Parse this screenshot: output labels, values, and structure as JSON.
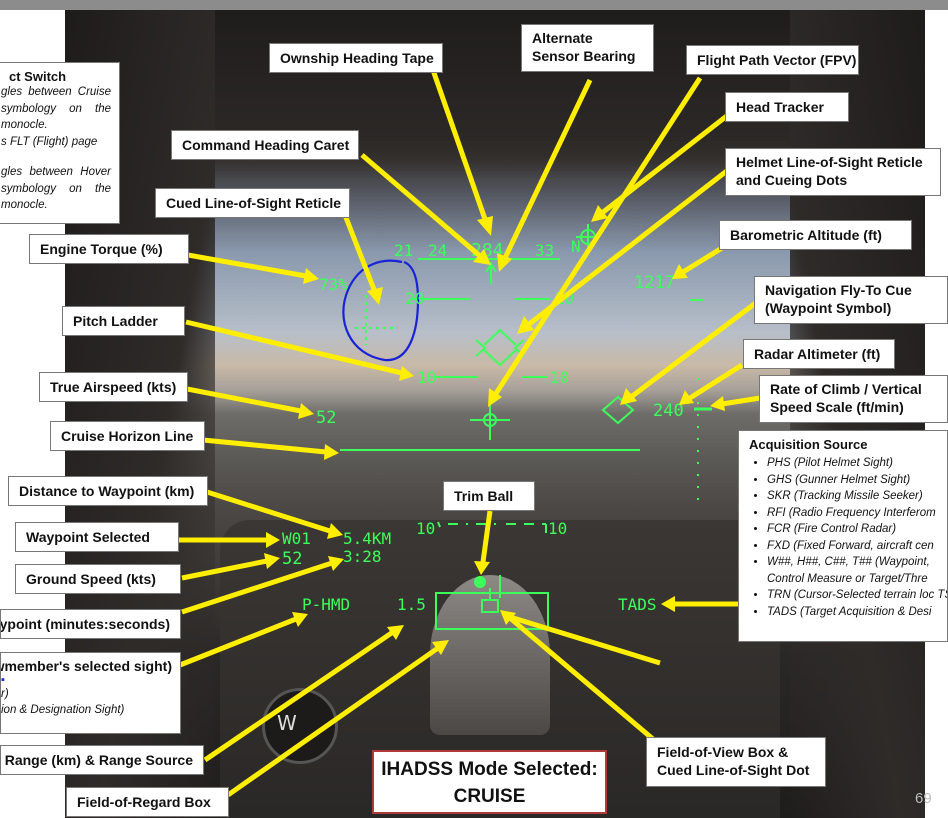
{
  "hud_readouts": {
    "heading_21": "21",
    "heading_24": "24",
    "heading_current": "284",
    "heading_33": "33",
    "heading_n": "N",
    "torque": "73%",
    "pitch_20_left": "20",
    "pitch_20_right": "20",
    "pitch_10_left": "10",
    "pitch_10_right": "10",
    "baro_altitude": "1217",
    "radar_altitude": "240",
    "airspeed": "52",
    "waypoint": "W01",
    "groundspeed": "52",
    "distance": "5.4KM",
    "time": "3:28",
    "pitch_neg10_left": "10",
    "pitch_neg10_right": "10",
    "sight": "P-HMD",
    "range": "1.5",
    "acq_source": "TADS"
  },
  "labels": {
    "ownship_heading_tape": "Ownship Heading Tape",
    "alternate_sensor_bearing": "Alternate Sensor Bearing",
    "flight_path_vector": "Flight Path Vector (FPV)",
    "head_tracker": "Head Tracker",
    "command_heading_caret": "Command Heading Caret",
    "helmet_los_reticle": "Helmet Line-of-Sight Reticle and Cueing Dots",
    "cued_los_reticle": "Cued Line-of-Sight Reticle",
    "barometric_altitude": "Barometric Altitude (ft)",
    "engine_torque": "Engine Torque (%)",
    "nav_fly_to_cue": "Navigation Fly-To Cue (Waypoint Symbol)",
    "pitch_ladder": "Pitch Ladder",
    "radar_altimeter": "Radar Altimeter (ft)",
    "true_airspeed": "True Airspeed (kts)",
    "rate_of_climb": "Rate of Climb / Vertical Speed Scale (ft/min)",
    "cruise_horizon_line": "Cruise Horizon Line",
    "distance_to_waypoint": "Distance to Waypoint (km)",
    "trim_ball": "Trim Ball",
    "waypoint_selected": "Waypoint Selected",
    "ground_speed": "Ground Speed (kts)",
    "time_to_waypoint": "Time to Waypoint (minutes:seconds)",
    "crewmember_sight": "Crewmember's selected sight)",
    "range_source": "Range (km) & Range Source",
    "field_of_regard_box": "Field-of-Regard Box",
    "fov_box": "Field-of-View Box & Cued Line-of-Sight Dot"
  },
  "left_panel": {
    "title": "ct Switch",
    "text1": "gles between Cruise symbology on the monocle.",
    "text2": "s FLT (Flight) page",
    "text3": "gles between Hover symbology on the monocle."
  },
  "crewmember_panel_lines": [
    "r)",
    "ion & Designation Sight)"
  ],
  "acquisition": {
    "title": "Acquisition Source",
    "items": [
      "PHS (Pilot Helmet Sight)",
      "GHS (Gunner Helmet Sight)",
      "SKR (Tracking Missile Seeker)",
      "RFI (Radio Frequency Interferom",
      "FCR (Fire Control Radar)",
      "FXD (Fixed Forward, aircraft cen",
      "W##, H##, C##, T## (Waypoint, Control Measure or Target/Thre",
      "TRN (Cursor-Selected terrain loc TSD)",
      "TADS  (Target Acquisition & Desi"
    ]
  },
  "mode_box": {
    "line1": "IHADSS Mode Selected:",
    "line2": "CRUISE"
  },
  "compass_letter": "W",
  "page_number": "69",
  "colors": {
    "hud_green": "#3cff5a",
    "arrow_yellow": "#ffee00",
    "annotation_blue": "#1a22d6"
  }
}
